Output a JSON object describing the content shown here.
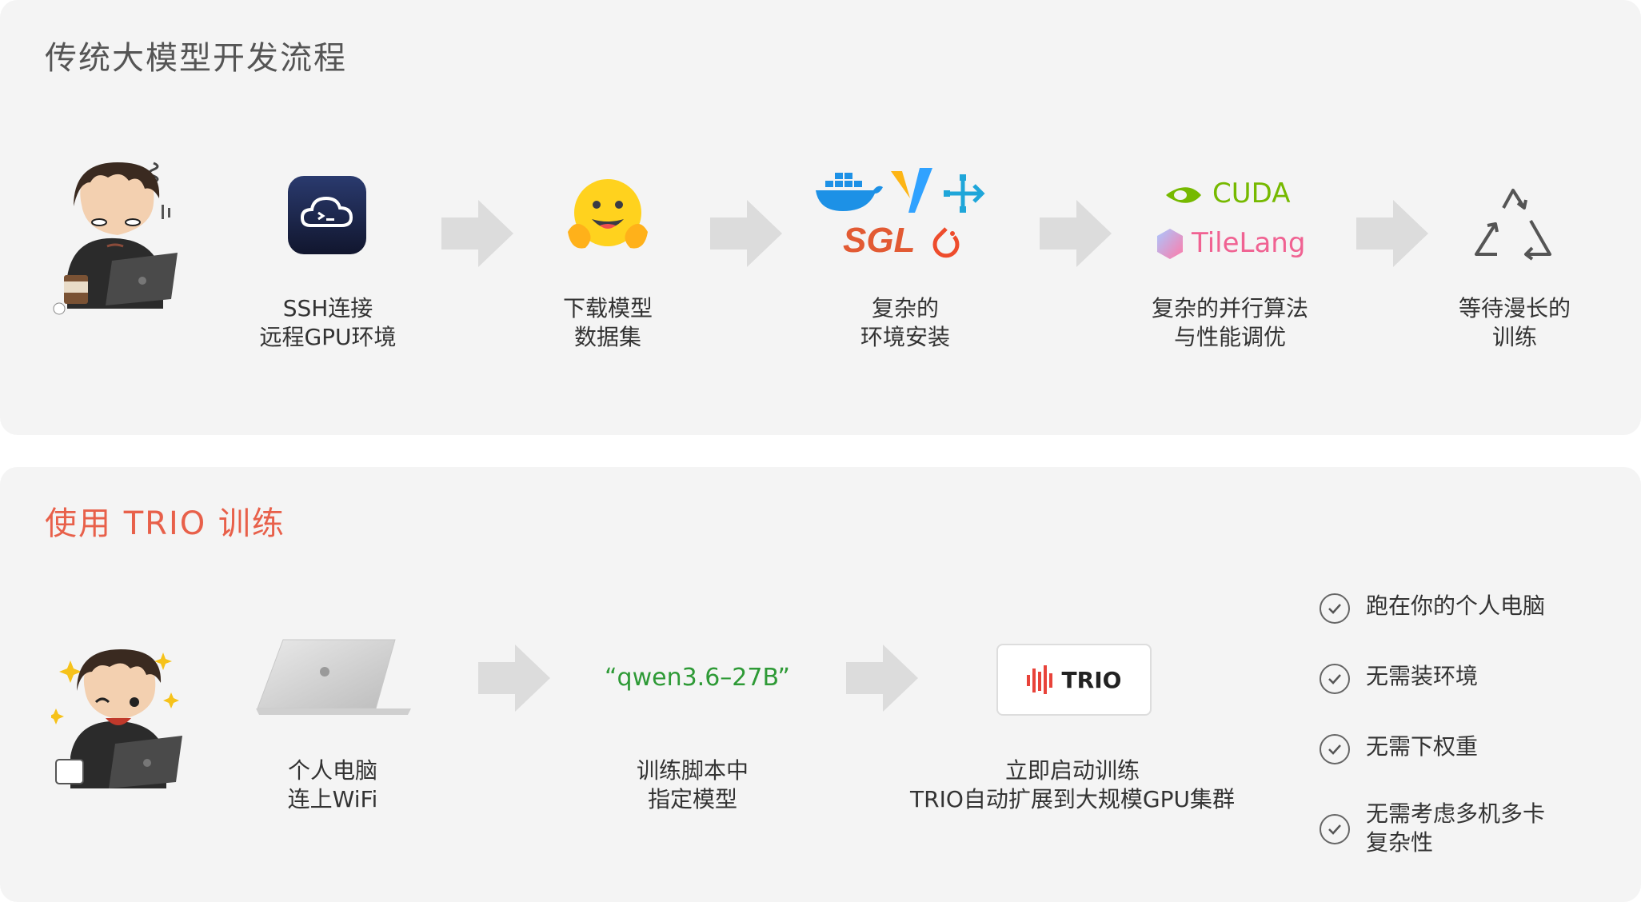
{
  "top": {
    "title": "传统大模型开发流程",
    "steps": [
      {
        "label": "SSH连接\n远程GPU环境"
      },
      {
        "label": "下载模型\n数据集"
      },
      {
        "label": "复杂的\n环境安装",
        "logos": [
          "SGL"
        ]
      },
      {
        "label": "复杂的并行算法\n与性能调优",
        "logos": [
          "CUDA",
          "TileLang"
        ]
      },
      {
        "label": "等待漫长的\n训练"
      }
    ]
  },
  "bottom": {
    "title": "使用 TRIO 训练",
    "steps": [
      {
        "label": "个人电脑\n连上WiFi"
      },
      {
        "label": "训练脚本中\n指定模型",
        "code": "“qwen3.6–27B”"
      },
      {
        "label": "立即启动训练\nTRIO自动扩展到大规模GPU集群",
        "brand": "TRIO"
      }
    ],
    "checklist": [
      "跑在你的个人电脑",
      "无需装环境",
      "无需下权重",
      "无需考虑多机多卡\n复杂性"
    ]
  },
  "colors": {
    "accent": "#e8604a",
    "code_green": "#2e9a36",
    "nvidia_green": "#76b900",
    "arrow_gray": "#dcdcdc",
    "panel_bg": "#f4f4f4"
  },
  "icons": [
    "stressed-coder-avatar",
    "ssh-cloud-icon",
    "huggingface-icon",
    "docker-icon",
    "vllm-icon",
    "workflow-icon",
    "sgl-logo",
    "pytorch-icon",
    "nvidia-icon",
    "tilelang-icon",
    "recycle-icon",
    "happy-coder-avatar",
    "laptop-icon",
    "trio-logo-icon",
    "check-icon"
  ]
}
